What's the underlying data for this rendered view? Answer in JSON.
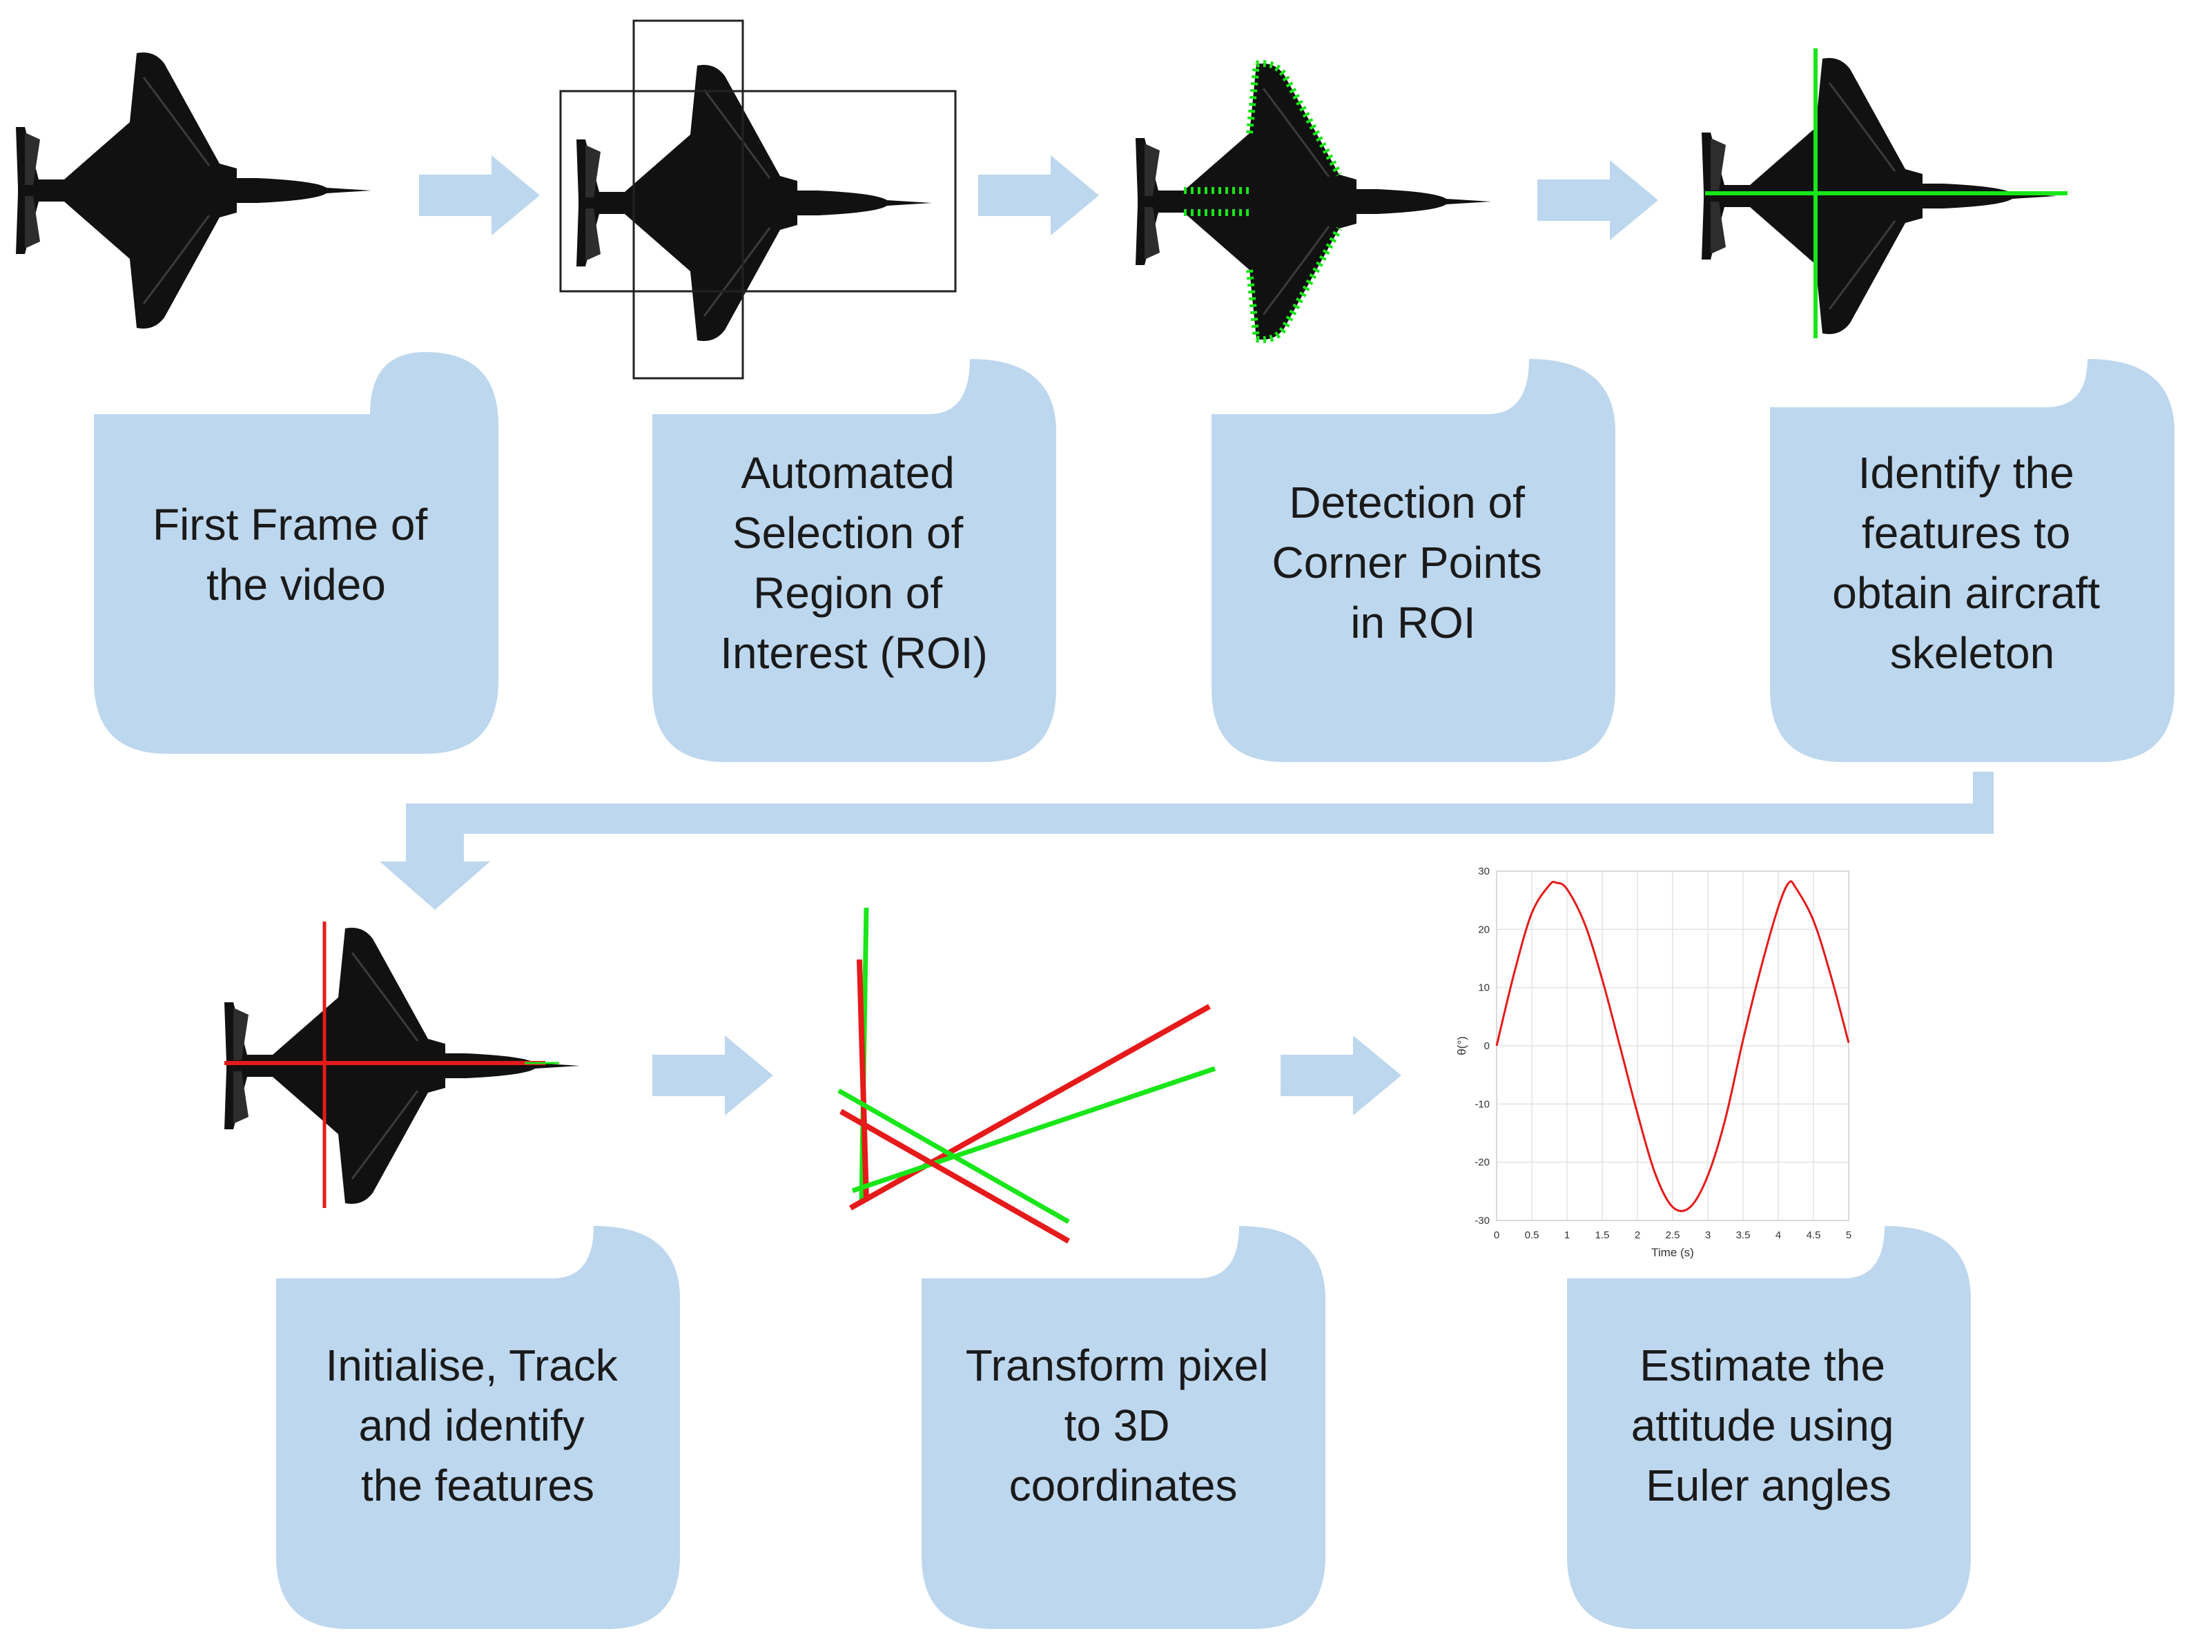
{
  "colors": {
    "callout": "#bdd7ee",
    "arrow": "#bdd7ee",
    "aircraft": "#111111",
    "green": "#19e619",
    "red": "#e51a1a",
    "text": "#1a1a1a"
  },
  "steps": [
    {
      "lines": [
        "First Frame of",
        "the video"
      ]
    },
    {
      "lines": [
        "Automated",
        "Selection of",
        "Region of",
        "Interest (ROI)"
      ]
    },
    {
      "lines": [
        "Detection of",
        "Corner Points",
        "in ROI"
      ]
    },
    {
      "lines": [
        "Identify the",
        "features to",
        "obtain aircraft",
        "skeleton"
      ]
    },
    {
      "lines": [
        "Initialise, Track",
        "and identify",
        "the features"
      ]
    },
    {
      "lines": [
        "Transform pixel",
        "to 3D",
        "coordinates"
      ]
    },
    {
      "lines": [
        "Estimate the",
        "attitude using",
        "Euler angles"
      ]
    }
  ],
  "chart_data": {
    "type": "line",
    "title": "",
    "xlabel": "Time (s)",
    "ylabel": "θ(°)",
    "xlim": [
      0,
      5
    ],
    "ylim": [
      -30,
      30
    ],
    "xticks": [
      "0",
      "0.5",
      "1",
      "1.5",
      "2",
      "2.5",
      "3",
      "3.5",
      "4",
      "4.5",
      "5"
    ],
    "yticks": [
      "30",
      "20",
      "10",
      "0",
      "-10",
      "-20",
      "-30"
    ],
    "grid": true,
    "series": [
      {
        "color": "#e51a1a",
        "x": [
          0,
          0.25,
          0.5,
          0.75,
          0.85,
          1.0,
          1.25,
          1.5,
          1.75,
          2.0,
          2.25,
          2.5,
          2.75,
          3.0,
          3.25,
          3.5,
          3.75,
          4.0,
          4.15,
          4.25,
          4.5,
          4.75,
          5.0
        ],
        "y": [
          0,
          12.5,
          22.8,
          27.6,
          28.0,
          26.9,
          21.0,
          11.4,
          0.0,
          -11.6,
          -21.9,
          -27.7,
          -27.7,
          -22.3,
          -12.5,
          1.0,
          13.2,
          23.8,
          28.0,
          27.1,
          21.5,
          11.9,
          0.5
        ]
      }
    ]
  }
}
